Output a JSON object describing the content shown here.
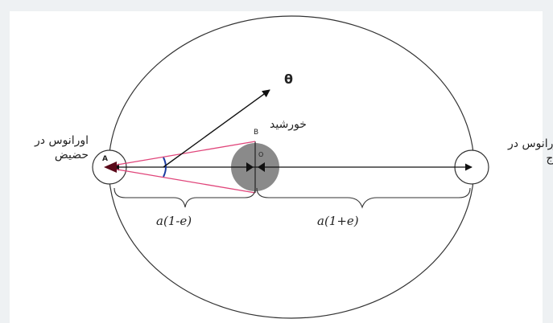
{
  "diagram": {
    "labels": {
      "theta": "θ",
      "sun": "خورشید",
      "point_a": "A",
      "point_b": "B",
      "point_o": "O",
      "perihelion_line1": "اورانوس در",
      "perihelion_line2": "حضیض",
      "aphelion_line1": "اورانوس در",
      "aphelion_line2": "اوج",
      "perihelion_distance": "a(1-e)",
      "aphelion_distance": "a(1+e)"
    },
    "colors": {
      "orbit": "#333333",
      "sun": "#8a8a8a",
      "sight_lines": "#e0457a",
      "angle_arc": "#1a3aa0",
      "arrows": "#111111",
      "arrowhead_dark": "#5a0a1a"
    }
  }
}
